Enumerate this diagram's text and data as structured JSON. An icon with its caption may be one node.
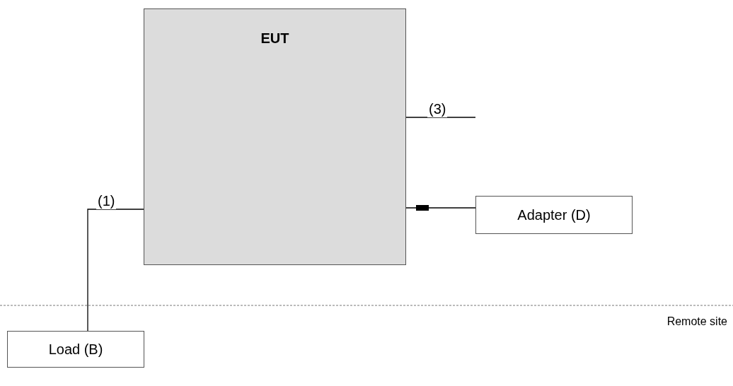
{
  "diagram": {
    "nodes": [
      {
        "text": [
          "EUT"
        ]
      },
      {
        "text": [
          "Adapter (D)"
        ]
      },
      {
        "text": [
          "Load (B)"
        ]
      }
    ],
    "edges": [
      {
        "from": 0,
        "to": 2,
        "arrow": "none",
        "label": "(1)"
      },
      {
        "from": 0,
        "to": null,
        "arrow": "none",
        "label": "(3)"
      },
      {
        "from": 0,
        "to": 1,
        "arrow": "other"
      }
    ],
    "labels": [
      "Remote site"
    ]
  }
}
